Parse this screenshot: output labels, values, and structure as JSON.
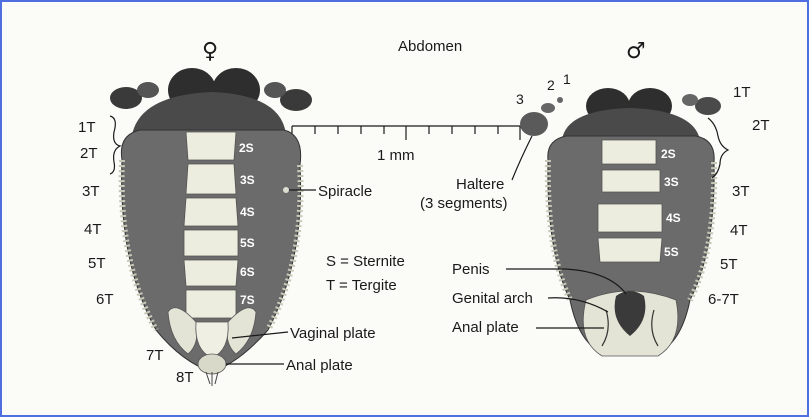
{
  "title": "Abdomen",
  "female_symbol": "♀",
  "male_symbol": "♂",
  "scale_label": "1 mm",
  "legend": {
    "sternite": "S = Sternite",
    "tergite": "T = Tergite"
  },
  "female": {
    "tergites": [
      "1T",
      "2T",
      "3T",
      "4T",
      "5T",
      "6T",
      "7T",
      "8T"
    ],
    "sternites": [
      "2S",
      "3S",
      "4S",
      "5S",
      "6S",
      "7S"
    ],
    "spiracle": "Spiracle",
    "vaginal_plate": "Vaginal plate",
    "anal_plate": "Anal plate"
  },
  "male": {
    "tergites": [
      "1T",
      "2T",
      "3T",
      "4T",
      "5T",
      "6-7T"
    ],
    "sternites": [
      "2S",
      "3S",
      "4S",
      "5S"
    ],
    "haltere_numbers": [
      "1",
      "2",
      "3"
    ],
    "haltere_line1": "Haltere",
    "haltere_line2": "(3 segments)",
    "penis": "Penis",
    "genital_arch": "Genital arch",
    "anal_plate": "Anal plate"
  }
}
